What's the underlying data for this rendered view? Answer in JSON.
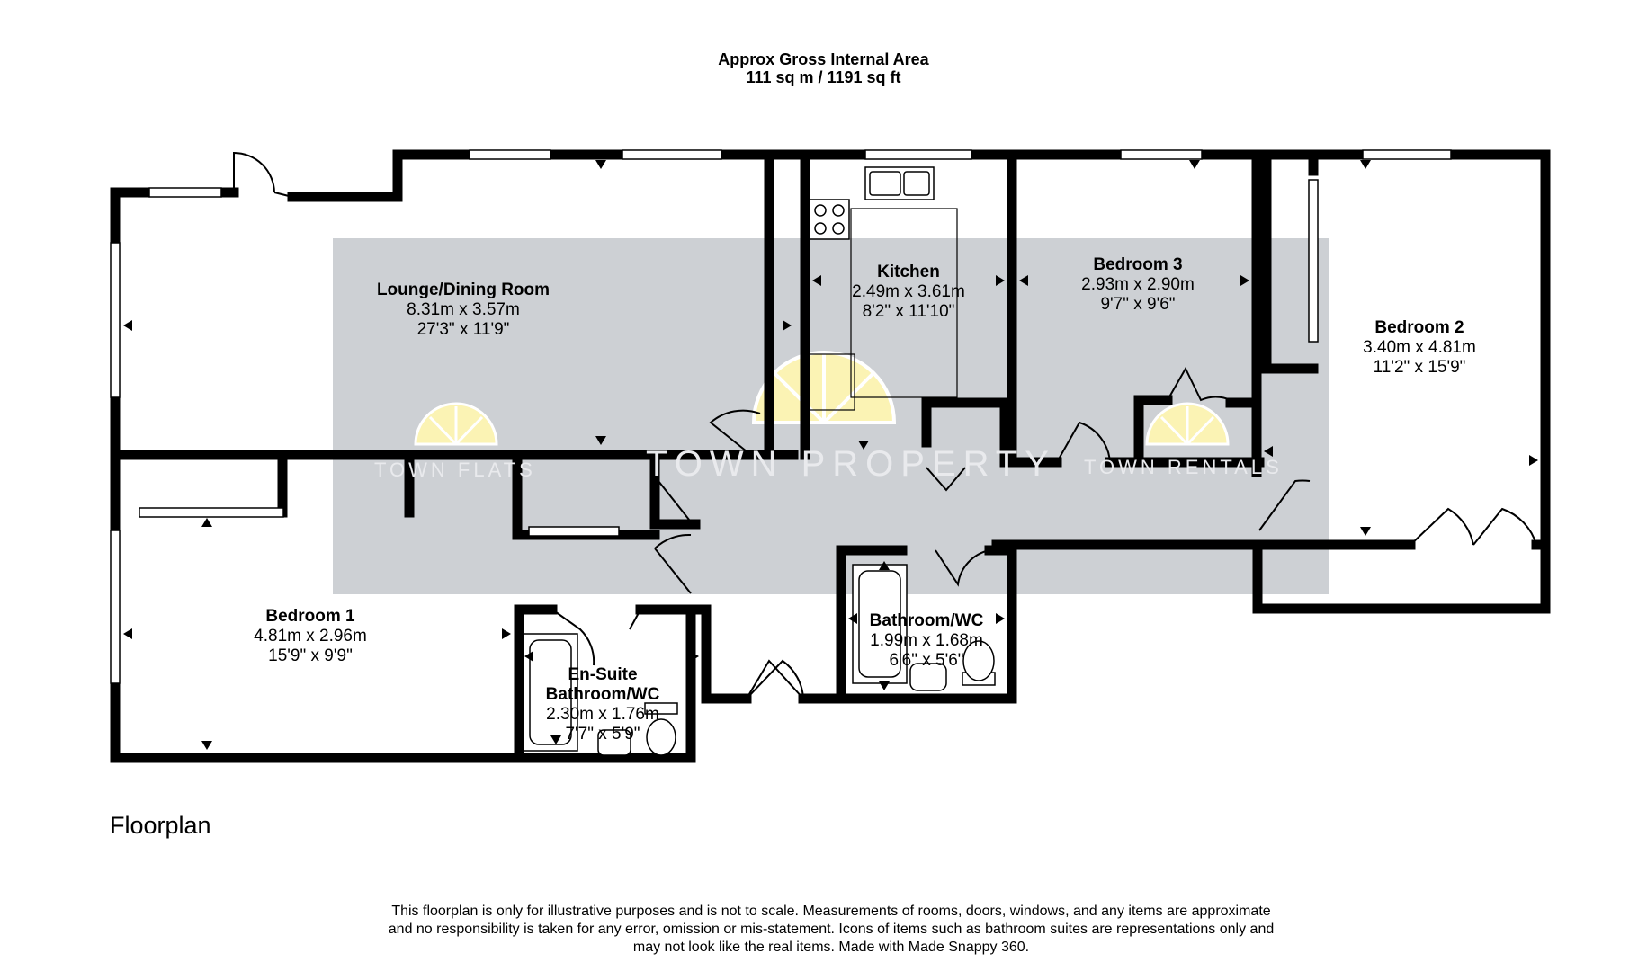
{
  "header": {
    "line1": "Approx Gross Internal Area",
    "line2": "111 sq m / 1191 sq ft"
  },
  "watermark": {
    "main": "TOWN PROPERTY",
    "left": "TOWN FLATS",
    "right": "TOWN RENTALS"
  },
  "rooms": {
    "lounge": {
      "name": "Lounge/Dining Room",
      "metric": "8.31m x 3.57m",
      "imperial": "27'3\" x 11'9\""
    },
    "kitchen": {
      "name": "Kitchen",
      "metric": "2.49m x 3.61m",
      "imperial": "8'2\" x 11'10\""
    },
    "bedroom3": {
      "name": "Bedroom 3",
      "metric": "2.93m x 2.90m",
      "imperial": "9'7\" x 9'6\""
    },
    "bedroom2": {
      "name": "Bedroom 2",
      "metric": "3.40m x 4.81m",
      "imperial": "11'2\" x 15'9\""
    },
    "bedroom1": {
      "name": "Bedroom 1",
      "metric": "4.81m x 2.96m",
      "imperial": "15'9\" x 9'9\""
    },
    "ensuite": {
      "name1": "En-Suite",
      "name2": "Bathroom/WC",
      "metric": "2.30m x 1.76m",
      "imperial": "7'7\" x 5'9\""
    },
    "bathroom": {
      "name": "Bathroom/WC",
      "metric": "1.99m x 1.68m",
      "imperial": "6'6\" x 5'6\""
    }
  },
  "caption": "Floorplan",
  "disclaimer": {
    "line1": "This floorplan is only for illustrative purposes and is not to scale. Measurements of rooms, doors, windows, and any items are approximate",
    "line2": "and no responsibility is taken for any error, omission or mis-statement. Icons of items such as bathroom suites are representations only and",
    "line3": "may not look like the real items. Made with Made Snappy 360."
  },
  "colors": {
    "wall": "#000000",
    "watermark_band": "#cdd0d4",
    "sun_logo": "#fbf3b4"
  },
  "icons": [
    "sun-logo-icon",
    "door-swing-icon",
    "window-icon",
    "dimension-arrow-icon",
    "sink-icon",
    "hob-icon",
    "bath-icon",
    "toilet-icon"
  ]
}
